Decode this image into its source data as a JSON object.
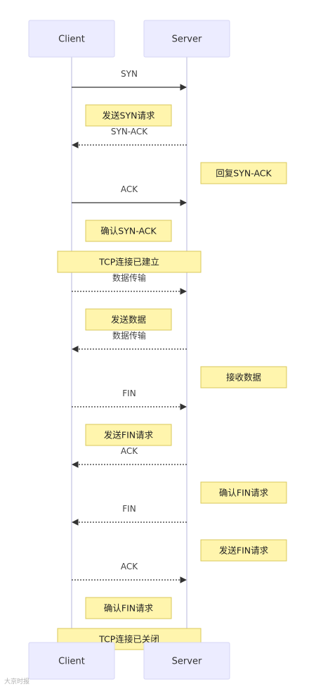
{
  "actors": [
    "Client",
    "Server"
  ],
  "steps": [
    {
      "kind": "message",
      "from": "Client",
      "to": "Server",
      "label": "SYN",
      "style": "solid"
    },
    {
      "kind": "note",
      "over": "Client",
      "text": "发送SYN请求"
    },
    {
      "kind": "message",
      "from": "Server",
      "to": "Client",
      "label": "SYN-ACK",
      "style": "dotted"
    },
    {
      "kind": "note",
      "over": "Server",
      "text": "回复SYN-ACK"
    },
    {
      "kind": "message",
      "from": "Client",
      "to": "Server",
      "label": "ACK",
      "style": "solid"
    },
    {
      "kind": "note",
      "over": "Client",
      "text": "确认SYN-ACK"
    },
    {
      "kind": "note",
      "over": "both",
      "text": "TCP连接已建立"
    },
    {
      "kind": "message",
      "from": "Client",
      "to": "Server",
      "label": "数据传输",
      "style": "dotted"
    },
    {
      "kind": "note",
      "over": "Client",
      "text": "发送数据"
    },
    {
      "kind": "message",
      "from": "Server",
      "to": "Client",
      "label": "数据传输",
      "style": "dotted"
    },
    {
      "kind": "note",
      "over": "Server",
      "text": "接收数据"
    },
    {
      "kind": "message",
      "from": "Client",
      "to": "Server",
      "label": "FIN",
      "style": "dotted"
    },
    {
      "kind": "note",
      "over": "Client",
      "text": "发送FIN请求"
    },
    {
      "kind": "message",
      "from": "Server",
      "to": "Client",
      "label": "ACK",
      "style": "dotted"
    },
    {
      "kind": "note",
      "over": "Server",
      "text": "确认FIN请求"
    },
    {
      "kind": "message",
      "from": "Server",
      "to": "Client",
      "label": "FIN",
      "style": "dotted"
    },
    {
      "kind": "note",
      "over": "Server",
      "text": "发送FIN请求"
    },
    {
      "kind": "message",
      "from": "Client",
      "to": "Server",
      "label": "ACK",
      "style": "dotted"
    },
    {
      "kind": "note",
      "over": "Client",
      "text": "确认FIN请求"
    },
    {
      "kind": "note",
      "over": "both",
      "text": "TCP连接已关闭"
    }
  ],
  "colors": {
    "actor_fill": "#ececff",
    "note_fill": "#fff5ad",
    "line": "#333333"
  },
  "watermark": "大京时报"
}
